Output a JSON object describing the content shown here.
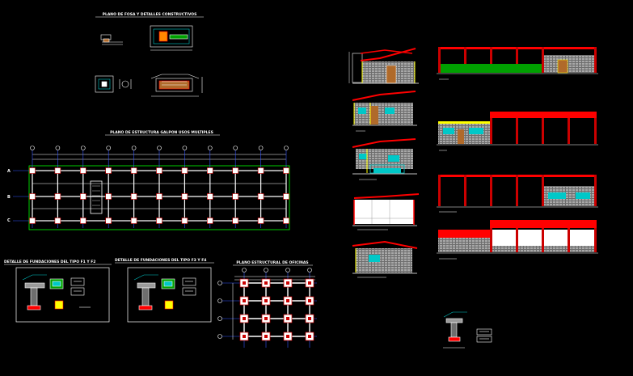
{
  "drawing": {
    "titles": {
      "foundation_plan": "PLANO DE FOSA Y DETALLES CONSTRUCTIVOS",
      "structure_plan": "PLANO DE ESTRUCTURA GALPON USOS MULTIPLES",
      "detail_f1_f2": "DETALLE DE FUNDACIONES DEL TIPO F1 Y F2",
      "detail_f3_f4": "DETALLE DE FUNDACIONES DEL TIPO F3 Y F4",
      "offices_plan": "PLANO ESTRUCTURAL DE OFICINAS"
    },
    "grid_rows": [
      "A",
      "B",
      "C"
    ],
    "colors": {
      "background": "#000000",
      "lines": "#ffffff",
      "grid": "#3355ff",
      "roof": "#ff0000",
      "trim": "#ffff00",
      "wall": "#9a9a9a",
      "ground": "#00a000",
      "window": "#00c8c8",
      "door": "#b06a2a",
      "column": "#cc0000",
      "outline": "#00ff00"
    }
  }
}
